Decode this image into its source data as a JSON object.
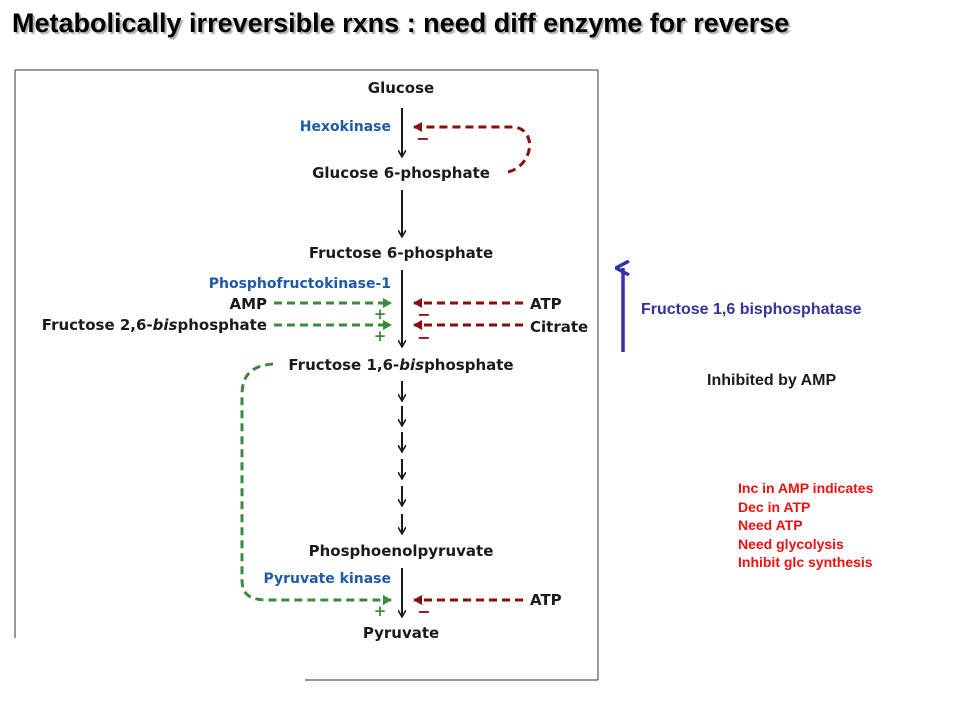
{
  "title": "Metabolically irreversible rxns : need diff enzyme for reverse",
  "pathway": {
    "metabolites": {
      "glucose": "Glucose",
      "g6p": "Glucose 6-phosphate",
      "f6p": "Fructose 6-phosphate",
      "f16bp": "Fructose 1,6-bisphosphate",
      "pep": "Phosphoenolpyruvate",
      "pyruvate": "Pyruvate"
    },
    "enzymes": {
      "hexokinase": "Hexokinase",
      "pfk1": "Phosphofructokinase-1",
      "pyruvate_kinase": "Pyruvate kinase"
    },
    "effectors": {
      "amp": "AMP",
      "f26bp": "Fructose 2,6-bisphosphate",
      "atp_pfk": "ATP",
      "citrate": "Citrate",
      "atp_pk": "ATP"
    },
    "signs": {
      "minus": "−",
      "plus": "+"
    },
    "colors": {
      "inhibition": "#8b0e0e",
      "activation": "#3d8a3d",
      "enzyme": "#1f5aa6",
      "arrow": "#1a1a1a"
    }
  },
  "reverse": {
    "enzyme": "Fructose 1,6 bisphosphatase",
    "regulation": "Inhibited by AMP",
    "arrow_color": "#3333aa"
  },
  "notes": [
    "Inc in AMP indicates",
    "Dec in ATP",
    "Need ATP",
    "Need glycolysis",
    "Inhibit glc synthesis"
  ],
  "notes_color": "#ee1111"
}
